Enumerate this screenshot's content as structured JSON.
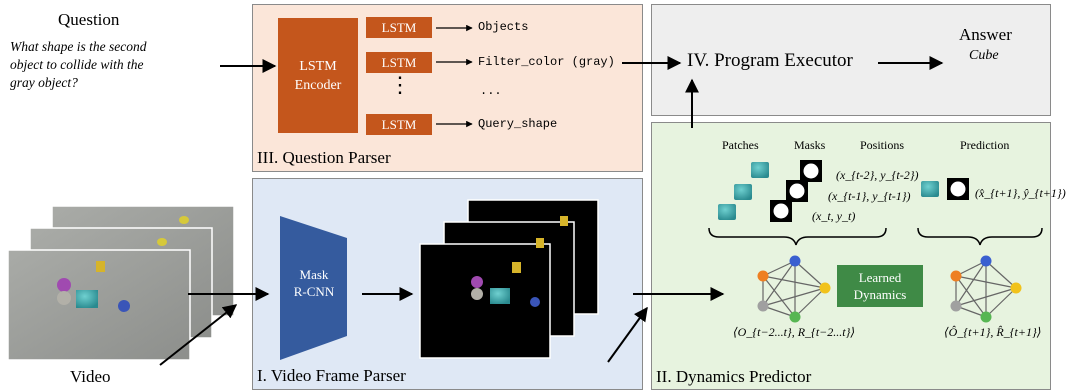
{
  "question": {
    "heading": "Question",
    "lines": [
      "What shape is the second",
      "object to collide with the",
      "gray object?"
    ]
  },
  "answer": {
    "heading": "Answer",
    "value": "Cube"
  },
  "video_label": "Video",
  "parser": {
    "title": "III. Question Parser",
    "encoder_lines": [
      "LSTM",
      "Encoder"
    ],
    "lstm_label": "LSTM",
    "programs": [
      "Objects",
      "Filter_color (gray)",
      "...",
      "Query_shape"
    ],
    "dots": "⋮"
  },
  "executor": {
    "title": "IV. Program Executor"
  },
  "frame_parser": {
    "title": "I. Video Frame Parser",
    "mask_rcnn_lines": [
      "Mask",
      "R-CNN"
    ]
  },
  "dynamics": {
    "title": "II. Dynamics Predictor",
    "col_patches": "Patches",
    "col_masks": "Masks",
    "col_positions": "Positions",
    "col_prediction": "Prediction",
    "positions": [
      "(x_{t-2}, y_{t-2})",
      "(x_{t-1}, y_{t-1})",
      "(x_t, y_t)"
    ],
    "prediction_pos": "(x̂_{t+1}, ŷ_{t+1})",
    "learned_lines": [
      "Learned",
      "Dynamics"
    ],
    "graph_in_label": "⟨O_{t−2...t}, R_{t−2...t}⟩",
    "graph_out_label": "⟨Ô_{t+1}, R̂_{t+1}⟩"
  },
  "colors": {
    "parser_bg": "#fbe6d9",
    "executor_bg": "#eeeeee",
    "frame_bg": "#dfe8f5",
    "dynamics_bg": "#e7f3df",
    "lstm": "#c4561c",
    "mask_rcnn": "#355b9e",
    "learned": "#3f8a46",
    "node_blue": "#3a5fd0",
    "node_orange": "#ee7f22",
    "node_yellow": "#f1c21b",
    "node_gray": "#a0a0a0",
    "node_green": "#57b653"
  },
  "icons": [
    "right-arrow-icon",
    "up-arrow-icon",
    "curly-brace-icon",
    "graph-icon",
    "cube-icon",
    "mask-icon"
  ]
}
